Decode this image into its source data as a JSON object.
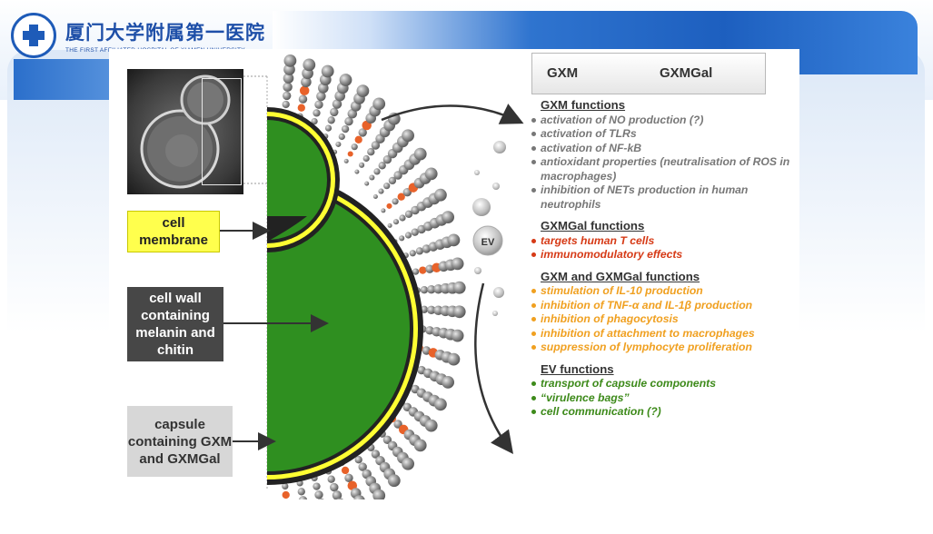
{
  "header": {
    "logo_cn": "厦门大学附属第一医院",
    "logo_en": "THE FIRST AFFILIATED HOSPITAL OF XIAMEN UNIVERSITY"
  },
  "labels": {
    "cell_membrane": "cell membrane",
    "cell_wall": "cell wall containing melanin and chitin",
    "capsule": "capsule containing GXM and GXMGal",
    "ev": "EV"
  },
  "legend": {
    "gxm": "GXM",
    "gxmgal": "GXMGal"
  },
  "sections": [
    {
      "title": "GXM functions",
      "color": "#777777",
      "items": [
        "activation of NO production (?)",
        "activation of TLRs",
        "activation of NF-kB",
        "antioxidant properties (neutralisation of ROS in macrophages)",
        "inhibition of NETs production in human neutrophils"
      ]
    },
    {
      "title": "GXMGal functions",
      "color": "#d63a16",
      "items": [
        "targets human T cells",
        "immunomodulatory effects"
      ]
    },
    {
      "title": "GXM and GXMGal functions",
      "color": "#f0a020",
      "items": [
        "stimulation of IL-10 production",
        "inhibition of TNF-α and IL-1β production",
        "inhibition of phagocytosis",
        "inhibition of attachment to macrophages",
        "suppression of lymphocyte proliferation"
      ]
    },
    {
      "title": "EV functions",
      "color": "#3d8a1a",
      "items": [
        "transport of capsule components",
        "“virulence bags”",
        "cell communication (?)"
      ]
    }
  ]
}
